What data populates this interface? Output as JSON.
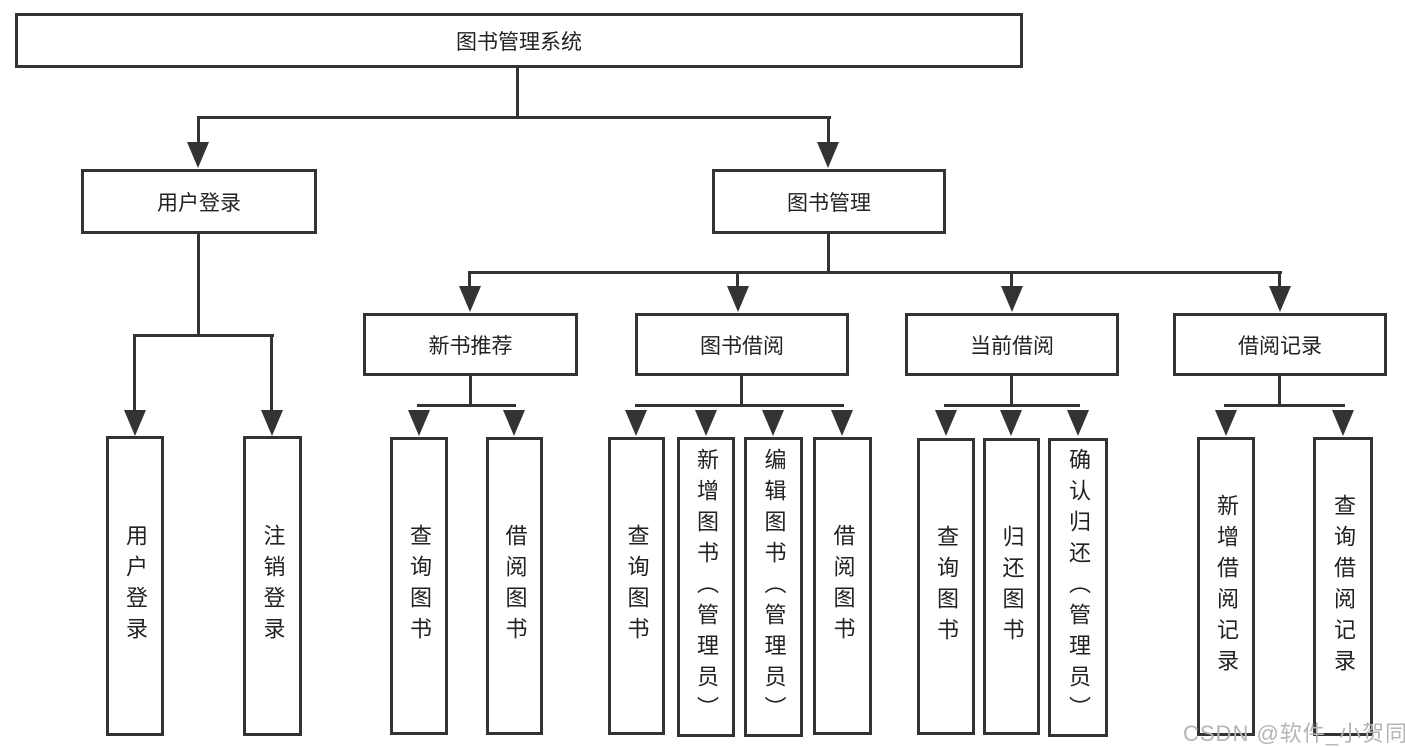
{
  "tree": {
    "root": {
      "label": "图书管理系统"
    },
    "branches": [
      {
        "label": "用户登录",
        "children": [
          {
            "label": "用户登录"
          },
          {
            "label": "注销登录"
          }
        ]
      },
      {
        "label": "图书管理",
        "children": [
          {
            "label": "新书推荐",
            "children": [
              {
                "label": "查询图书"
              },
              {
                "label": "借阅图书"
              }
            ]
          },
          {
            "label": "图书借阅",
            "children": [
              {
                "label": "查询图书"
              },
              {
                "label": "新增图书（管理员）"
              },
              {
                "label": "编辑图书（管理员）"
              },
              {
                "label": "借阅图书"
              }
            ]
          },
          {
            "label": "当前借阅",
            "children": [
              {
                "label": "查询图书"
              },
              {
                "label": "归还图书"
              },
              {
                "label": "确认归还（管理员）"
              }
            ]
          },
          {
            "label": "借阅记录",
            "children": [
              {
                "label": "新增借阅记录"
              },
              {
                "label": "查询借阅记录"
              }
            ]
          }
        ]
      }
    ]
  },
  "watermark": {
    "text": "CSDN @软件_小贺同学"
  },
  "colors": {
    "line": "#333333",
    "box_border": "#333333",
    "text": "#222222",
    "watermark": "#b5b5b5",
    "background": "#ffffff"
  }
}
